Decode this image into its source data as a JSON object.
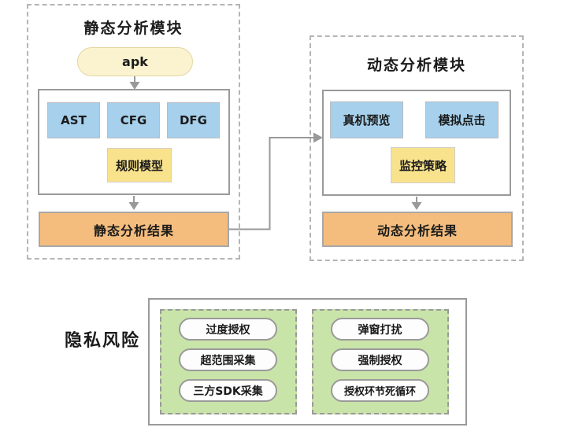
{
  "static_module": {
    "title": "静态分析模块",
    "input_label": "apk",
    "components": [
      "AST",
      "CFG",
      "DFG"
    ],
    "rule_model_label": "规则模型",
    "result_label": "静态分析结果"
  },
  "dynamic_module": {
    "title": "动态分析模块",
    "components": [
      "真机预览",
      "模拟点击"
    ],
    "strategy_label": "监控策略",
    "result_label": "动态分析结果"
  },
  "privacy_risks": {
    "label": "隐私风险",
    "static_risks": [
      "过度授权",
      "超范围采集",
      "三方SDK采集"
    ],
    "dynamic_risks": [
      "弹窗打扰",
      "强制授权",
      "授权环节死循环"
    ]
  },
  "colors": {
    "blue_box": "#A6D0EC",
    "yellow_box": "#F9E28C",
    "cream_pill": "#FBF3CF",
    "orange_result": "#F4BD7D",
    "green_panel": "#C9E4A9",
    "connector_gray": "#999999"
  }
}
